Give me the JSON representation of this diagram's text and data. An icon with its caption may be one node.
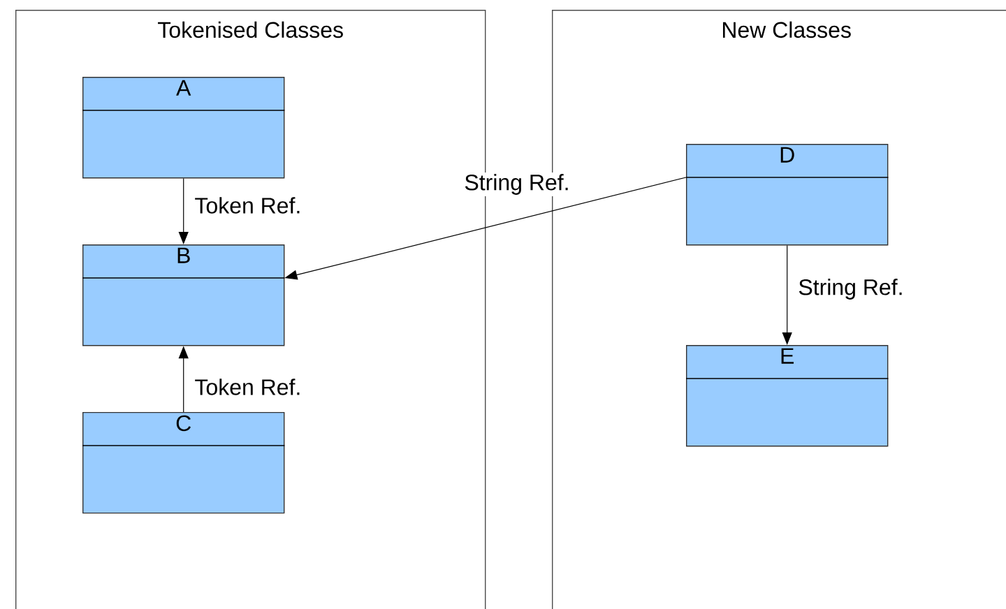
{
  "diagram": {
    "nodes": [
      {
        "text": [
          "Tokenised Classes"
        ]
      },
      {
        "text": [
          "A"
        ],
        "in": 0
      },
      {
        "text": [
          "B"
        ],
        "in": 0
      },
      {
        "text": [
          "C"
        ],
        "in": 0
      },
      {
        "text": [
          "New Classes"
        ]
      },
      {
        "text": [
          "D"
        ],
        "in": 4
      },
      {
        "text": [
          "E"
        ],
        "in": 4
      }
    ],
    "edges": [
      {
        "from": 1,
        "to": 2,
        "arrow": "to",
        "label": "Token Ref."
      },
      {
        "from": 3,
        "to": 2,
        "arrow": "to",
        "label": "Token Ref."
      },
      {
        "from": 5,
        "to": 2,
        "arrow": "to",
        "label": "String Ref."
      },
      {
        "from": 5,
        "to": 6,
        "arrow": "to",
        "label": "String Ref."
      }
    ]
  }
}
